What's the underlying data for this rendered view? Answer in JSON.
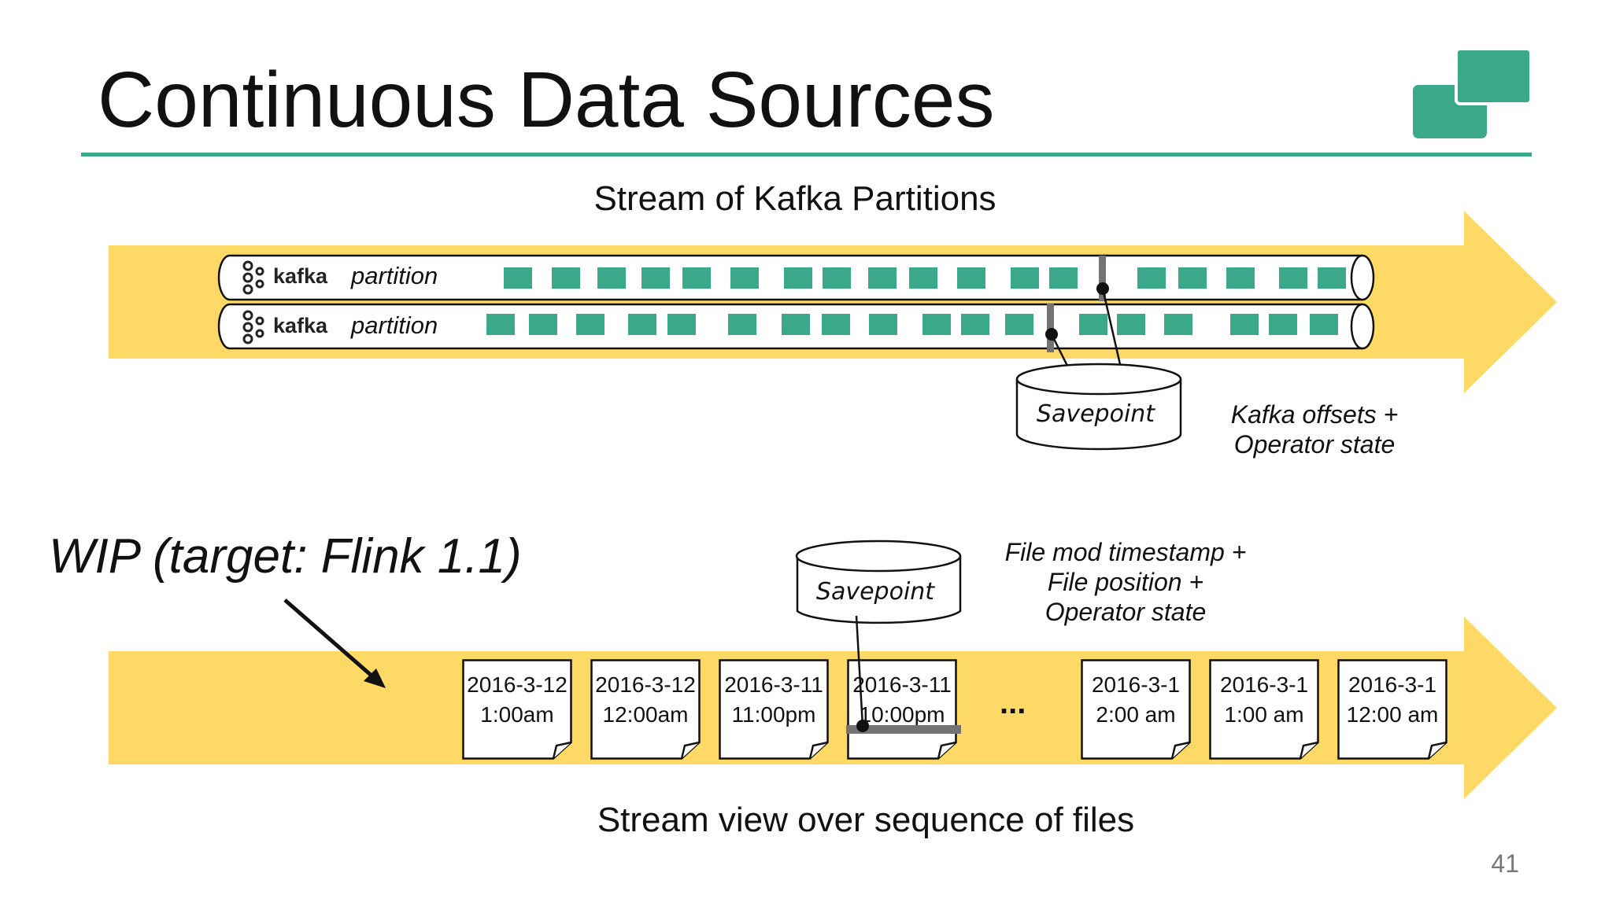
{
  "title": "Continuous Data Sources",
  "logo_icon": "stacked-squares-logo-icon",
  "colors": {
    "accent": "#3aa889",
    "arrow": "#ffd966",
    "message": "#3aa889",
    "marker": "#737373"
  },
  "kafka_section": {
    "heading": "Stream of Kafka Partitions",
    "partitions": [
      {
        "logo_text": "kafka",
        "label": "partition"
      },
      {
        "logo_text": "kafka",
        "label": "partition"
      }
    ],
    "savepoint_label": "Savepoint",
    "note_lines": [
      "Kafka offsets +",
      "Operator state"
    ]
  },
  "file_section": {
    "wip_label": "WIP (target: Flink 1.1)",
    "savepoint_label": "Savepoint",
    "note_lines": [
      "File mod timestamp +",
      "File position +",
      "Operator state"
    ],
    "files": [
      {
        "date": "2016-3-12",
        "time": "1:00am"
      },
      {
        "date": "2016-3-12",
        "time": "12:00am"
      },
      {
        "date": "2016-3-11",
        "time": "11:00pm"
      },
      {
        "date": "2016-3-11",
        "time": "10:00pm"
      },
      {
        "date": "2016-3-1",
        "time": "2:00 am"
      },
      {
        "date": "2016-3-1",
        "time": "1:00 am"
      },
      {
        "date": "2016-3-1",
        "time": "12:00 am"
      }
    ],
    "ellipsis": "...",
    "caption": "Stream view over sequence of files"
  },
  "page_number": "41"
}
